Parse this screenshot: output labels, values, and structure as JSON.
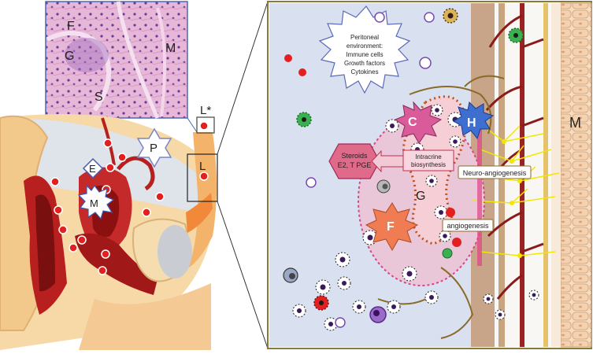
{
  "histology_labels": {
    "f": "F",
    "g": "G",
    "s": "S",
    "m": "M"
  },
  "anatomy_labels": {
    "p": "P",
    "e": "E",
    "m": "M",
    "l_star": "L*",
    "l": "L"
  },
  "peritoneal_box": {
    "line1": "Peritoneal",
    "line2": "environment:",
    "line3": "Immune cells",
    "line4": "Growth factors",
    "line5": "Cytokines"
  },
  "lesion_labels": {
    "c": "C",
    "h": "H",
    "g": "G",
    "f": "F",
    "m": "M"
  },
  "steroids": {
    "line1": "Steroids",
    "line2": "E2, T PGE"
  },
  "intracrine": {
    "line1": "Intracrine",
    "line2": "biosynthesis"
  },
  "neuro_angiogenesis": "Neuro-angiogenesis",
  "angiogenesis": "angiogenesis",
  "colors": {
    "peritoneal_bg": "#d9e0f0",
    "panel_border": "#8a7a3a",
    "lesion_fill": "#e9c6d8",
    "lesion_border": "#e0428a",
    "muscle": "#f3d3aa",
    "tissue_brown": "#c8a488",
    "blood_vessel": "#8b1a1a",
    "nerve": "#f3e600",
    "red_dot": "#e32020",
    "h_star": "#3e6fd0",
    "c_star": "#d95b9a",
    "f_star": "#ef7c52"
  }
}
